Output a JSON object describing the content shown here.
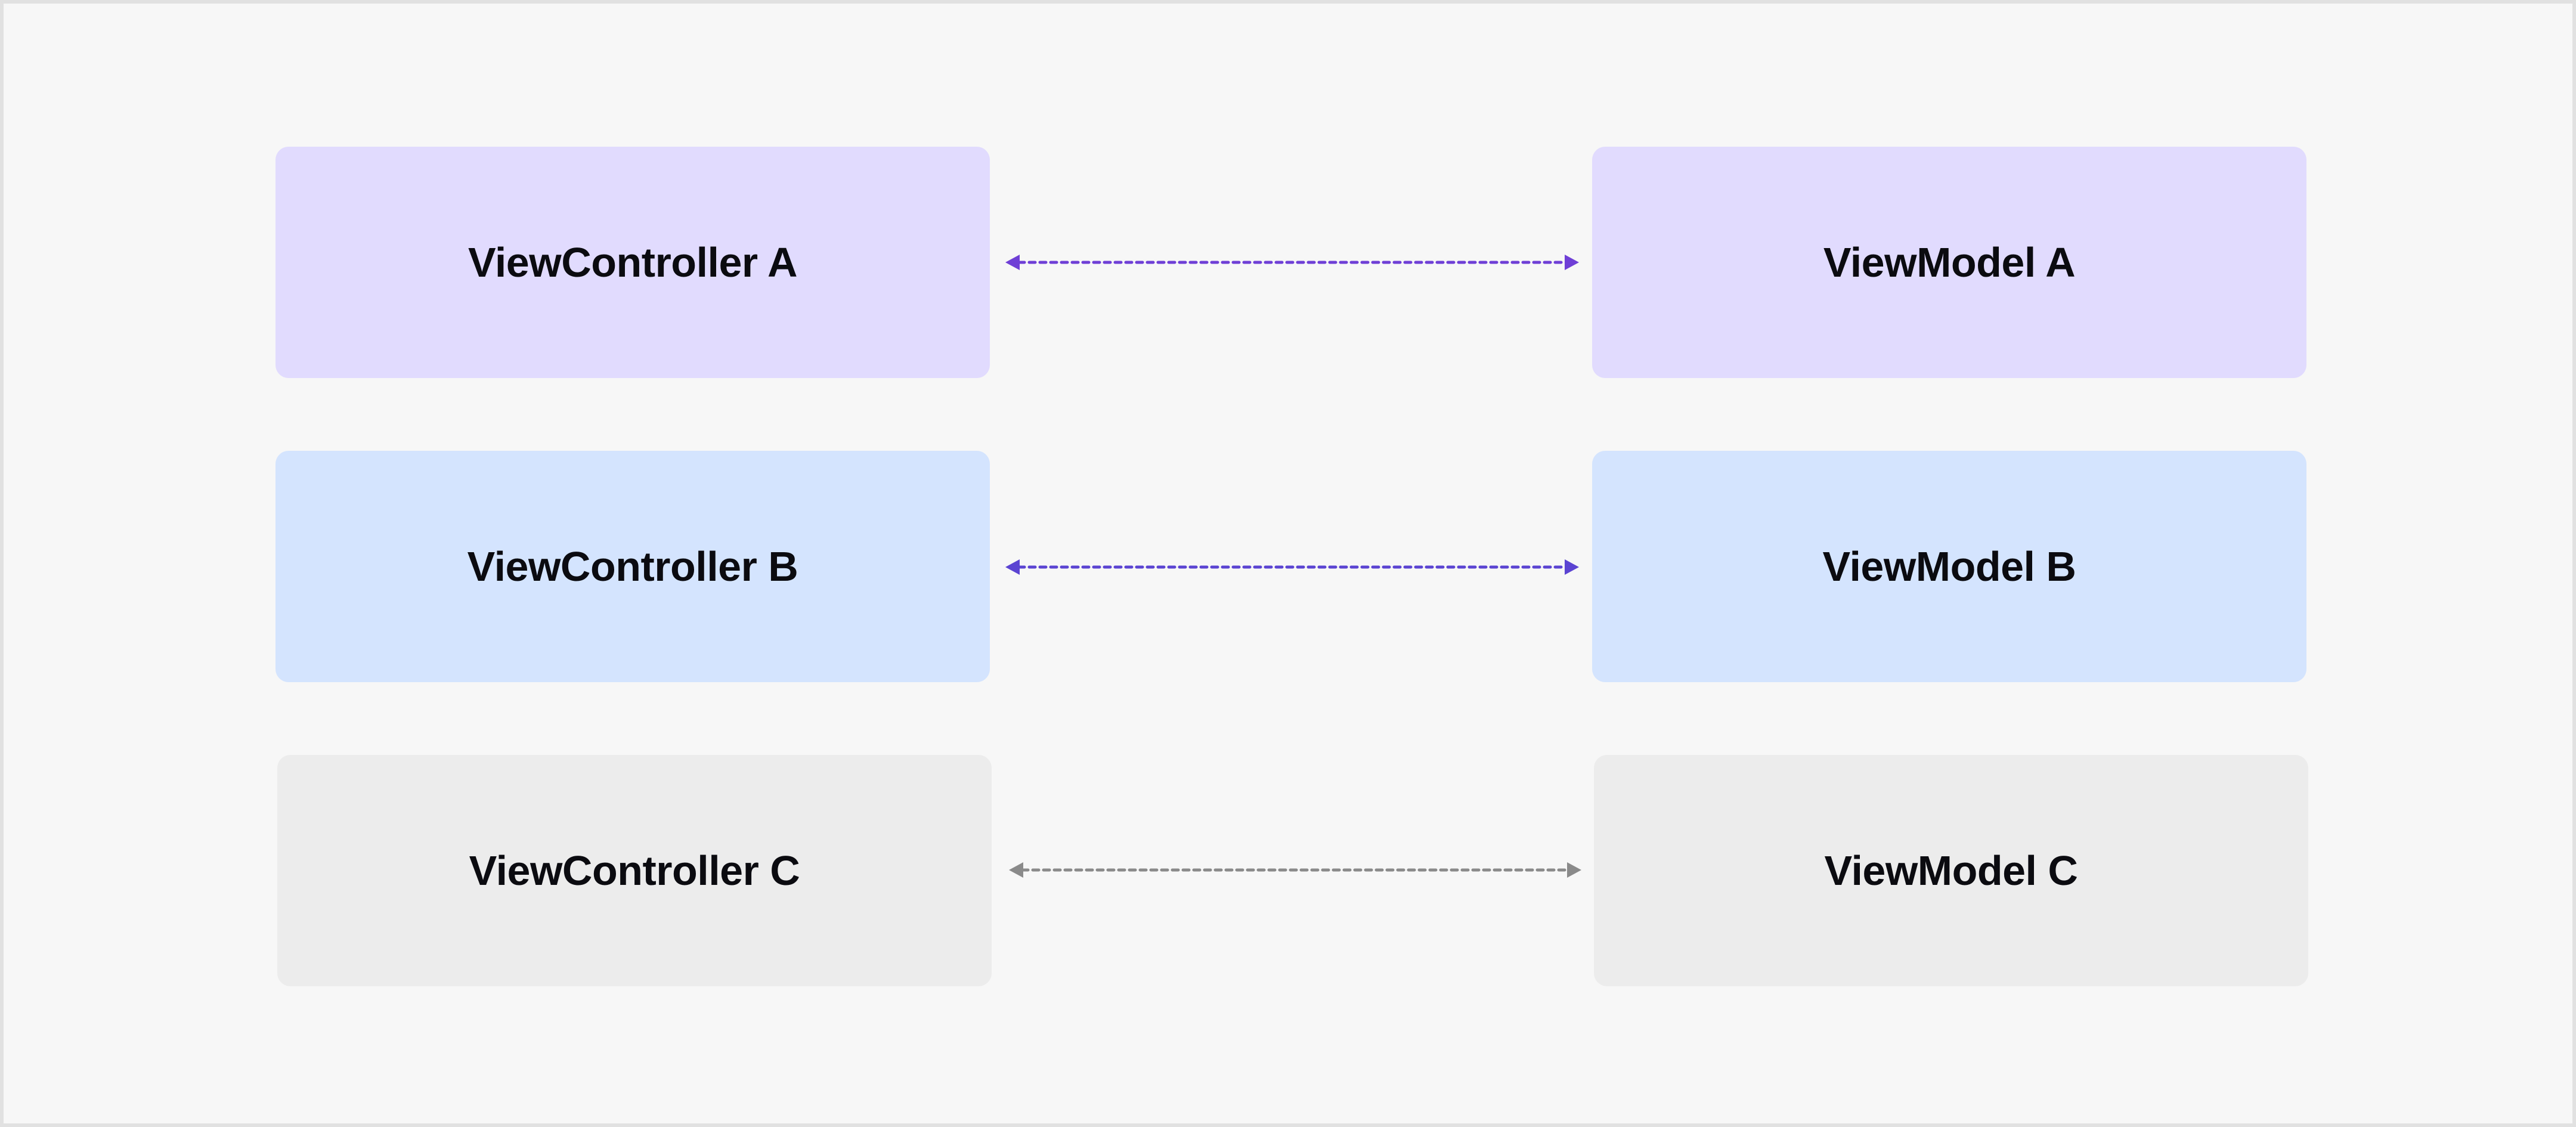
{
  "diagram": {
    "rows": [
      {
        "left_label": "ViewController A",
        "right_label": "ViewModel A",
        "connector_color": "#6f3fd6",
        "fill": "#e1dbfe"
      },
      {
        "left_label": "ViewController B",
        "right_label": "ViewModel B",
        "connector_color": "#5b44d2",
        "fill": "#d4e4fe"
      },
      {
        "left_label": "ViewController C",
        "right_label": "ViewModel C",
        "connector_color": "#8a8a8a",
        "fill": "#ececec"
      }
    ],
    "connector_style": "dotted-bidirectional-arrow"
  }
}
